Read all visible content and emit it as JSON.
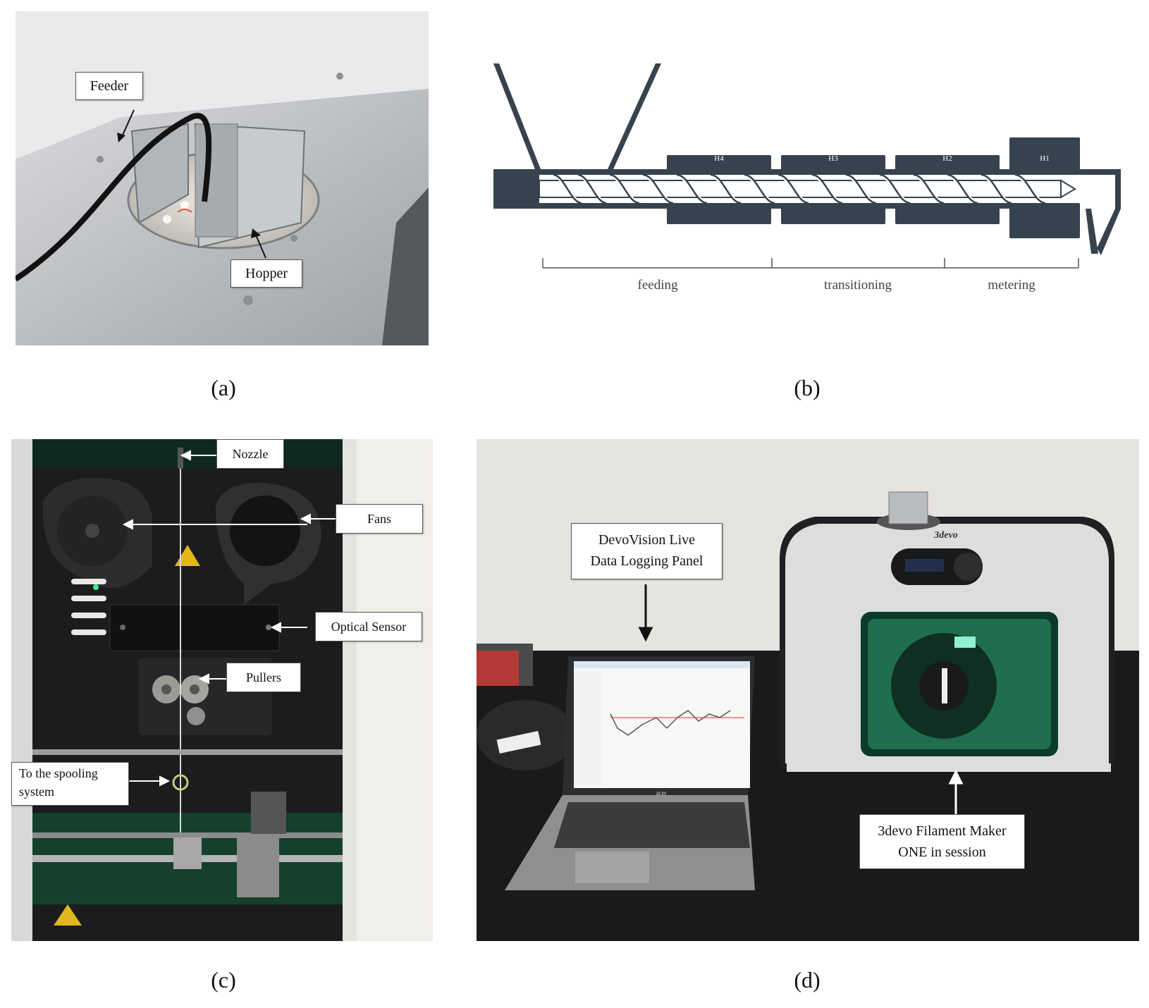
{
  "panels": {
    "a": {
      "caption": "(a)",
      "labels": {
        "feeder": "Feeder",
        "hopper": "Hopper"
      }
    },
    "b": {
      "caption": "(b)",
      "heaters": [
        "H4",
        "H3",
        "H2",
        "H1"
      ],
      "zones": [
        "feeding",
        "transitioning",
        "metering"
      ]
    },
    "c": {
      "caption": "(c)",
      "labels": {
        "nozzle": "Nozzle",
        "fans": "Fans",
        "optical_sensor": "Optical Sensor",
        "pullers": "Pullers",
        "spooling_line1": "To the spooling",
        "spooling_line2": "system"
      }
    },
    "d": {
      "caption": "(d)",
      "labels": {
        "devovision_line1": "DevoVision Live",
        "devovision_line2": "Data Logging Panel",
        "filament_line1": "3devo Filament Maker",
        "filament_line2": "ONE in session"
      },
      "brand": "3devo",
      "laptop_brand": "acer"
    }
  },
  "colors": {
    "diagram_dark": "#36434e",
    "photo_grey": "#b7babd",
    "machine_black": "#1c1d1f",
    "green_glow": "#1f8a5a"
  }
}
